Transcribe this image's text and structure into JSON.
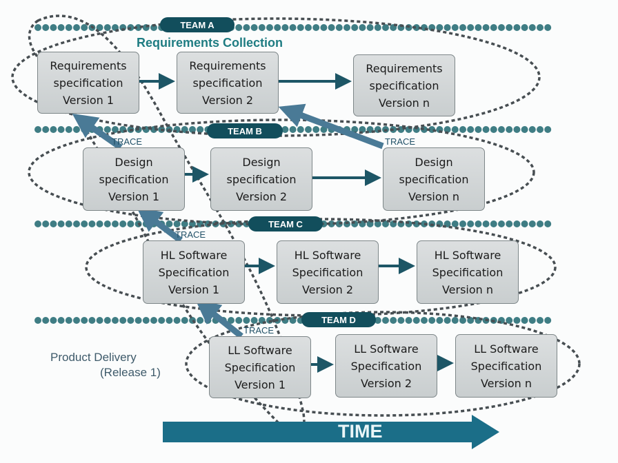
{
  "colors": {
    "dots": "#3f7d84",
    "pill": "#124e5c",
    "arrow": "#1d5666",
    "trace": "#4a7a96",
    "time": "#1b6e88",
    "dashed": "#474e52"
  },
  "teams": [
    {
      "label": "TEAM A",
      "phase": "Requirements Collection"
    },
    {
      "label": "TEAM B"
    },
    {
      "label": "TEAM C"
    },
    {
      "label": "TEAM D"
    }
  ],
  "rows": [
    {
      "boxes": [
        {
          "lines": [
            "Requirements",
            "specification",
            "Version 1"
          ]
        },
        {
          "lines": [
            "Requirements",
            "specification",
            "Version 2"
          ]
        },
        {
          "lines": [
            "Requirements",
            "specification",
            "Version n"
          ]
        }
      ]
    },
    {
      "boxes": [
        {
          "lines": [
            "Design",
            "specification",
            "Version 1"
          ]
        },
        {
          "lines": [
            "Design",
            "specification",
            "Version 2"
          ]
        },
        {
          "lines": [
            "Design",
            "specification",
            "Version n"
          ]
        }
      ]
    },
    {
      "boxes": [
        {
          "lines": [
            "HL Software",
            "Specification",
            "Version 1"
          ]
        },
        {
          "lines": [
            "HL Software",
            "Specification",
            "Version 2"
          ]
        },
        {
          "lines": [
            "HL Software",
            "Specification",
            "Version n"
          ]
        }
      ]
    },
    {
      "boxes": [
        {
          "lines": [
            "LL Software",
            "Specification",
            "Version 1"
          ]
        },
        {
          "lines": [
            "LL Software",
            "Specification",
            "Version 2"
          ]
        },
        {
          "lines": [
            "LL Software",
            "Specification",
            "Version n"
          ]
        }
      ]
    }
  ],
  "trace_label": "TRACE",
  "delivery": {
    "line1": "Product Delivery",
    "line2": "(Release 1)"
  },
  "time_label": "TIME"
}
